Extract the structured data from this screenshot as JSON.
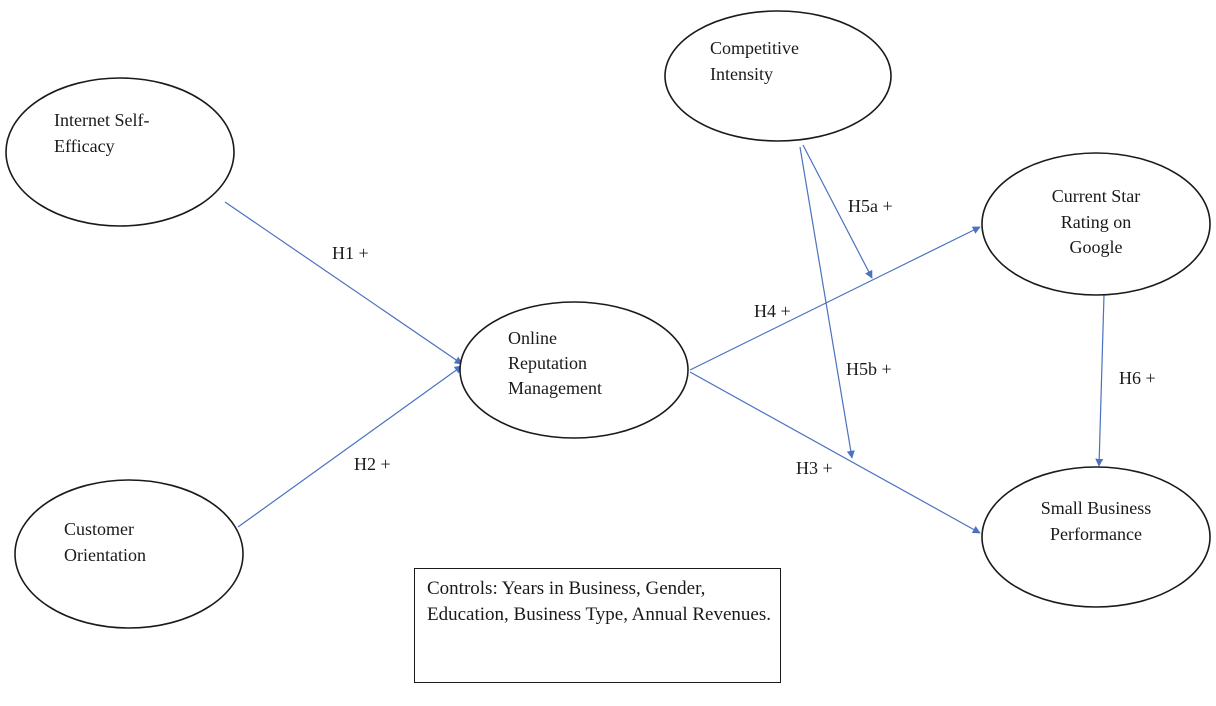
{
  "nodes": {
    "internet_self_efficacy": {
      "lines": [
        "Internet Self-",
        "Efficacy"
      ]
    },
    "customer_orientation": {
      "lines": [
        "Customer",
        "Orientation"
      ]
    },
    "online_reputation_management": {
      "lines": [
        "Online",
        "Reputation",
        "Management"
      ]
    },
    "competitive_intensity": {
      "lines": [
        "Competitive",
        "Intensity"
      ]
    },
    "current_star_rating": {
      "lines": [
        "Current Star",
        "Rating on",
        "Google"
      ]
    },
    "small_business_performance": {
      "lines": [
        "Small Business",
        "Performance"
      ]
    }
  },
  "edges": {
    "h1": {
      "label": "H1 +"
    },
    "h2": {
      "label": "H2 +"
    },
    "h3": {
      "label": "H3 +"
    },
    "h4": {
      "label": "H4 +"
    },
    "h5a": {
      "label": "H5a +"
    },
    "h5b": {
      "label": "H5b +"
    },
    "h6": {
      "label": "H6 +"
    }
  },
  "controls": {
    "text": "Controls: Years in Business, Gender, Education, Business Type, Annual Revenues."
  },
  "colors": {
    "arrow": "#4a72c0",
    "outline": "#1a1a1a"
  }
}
